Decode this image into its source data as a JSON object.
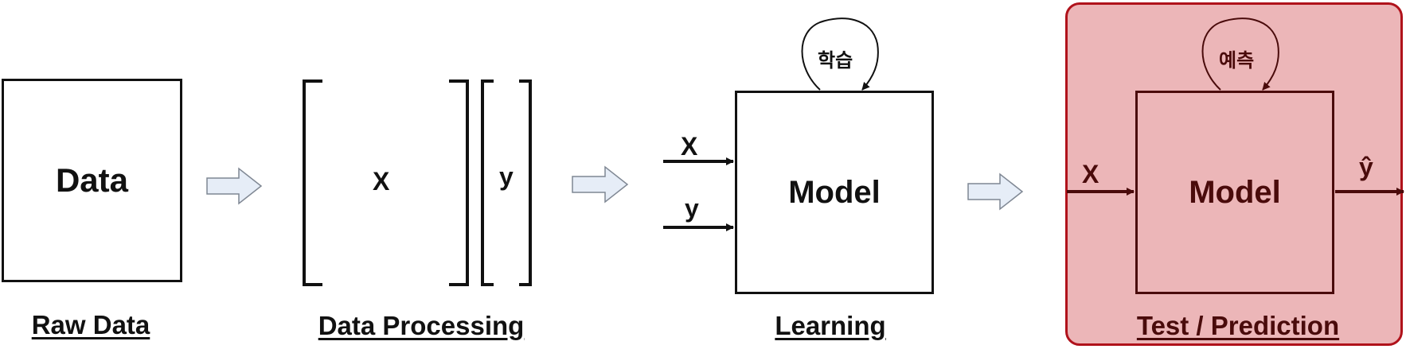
{
  "stages": {
    "raw": {
      "box_label": "Data",
      "caption": "Raw Data"
    },
    "processing": {
      "x_label": "X",
      "y_label": "y",
      "caption": "Data Processing"
    },
    "learning": {
      "loop_label": "학습",
      "input_x": "X",
      "input_y": "y",
      "box_label": "Model",
      "caption": "Learning"
    },
    "test": {
      "loop_label": "예측",
      "input_x": "X",
      "output": "ŷ",
      "box_label": "Model",
      "caption": "Test / Prediction"
    }
  },
  "colors": {
    "panel_fill": "#ecb6b8",
    "panel_border": "#b0121b",
    "dark_red_text": "#4a0b0b",
    "flow_arrow_fill": "#e6edf7",
    "flow_arrow_stroke": "#7f8793"
  }
}
